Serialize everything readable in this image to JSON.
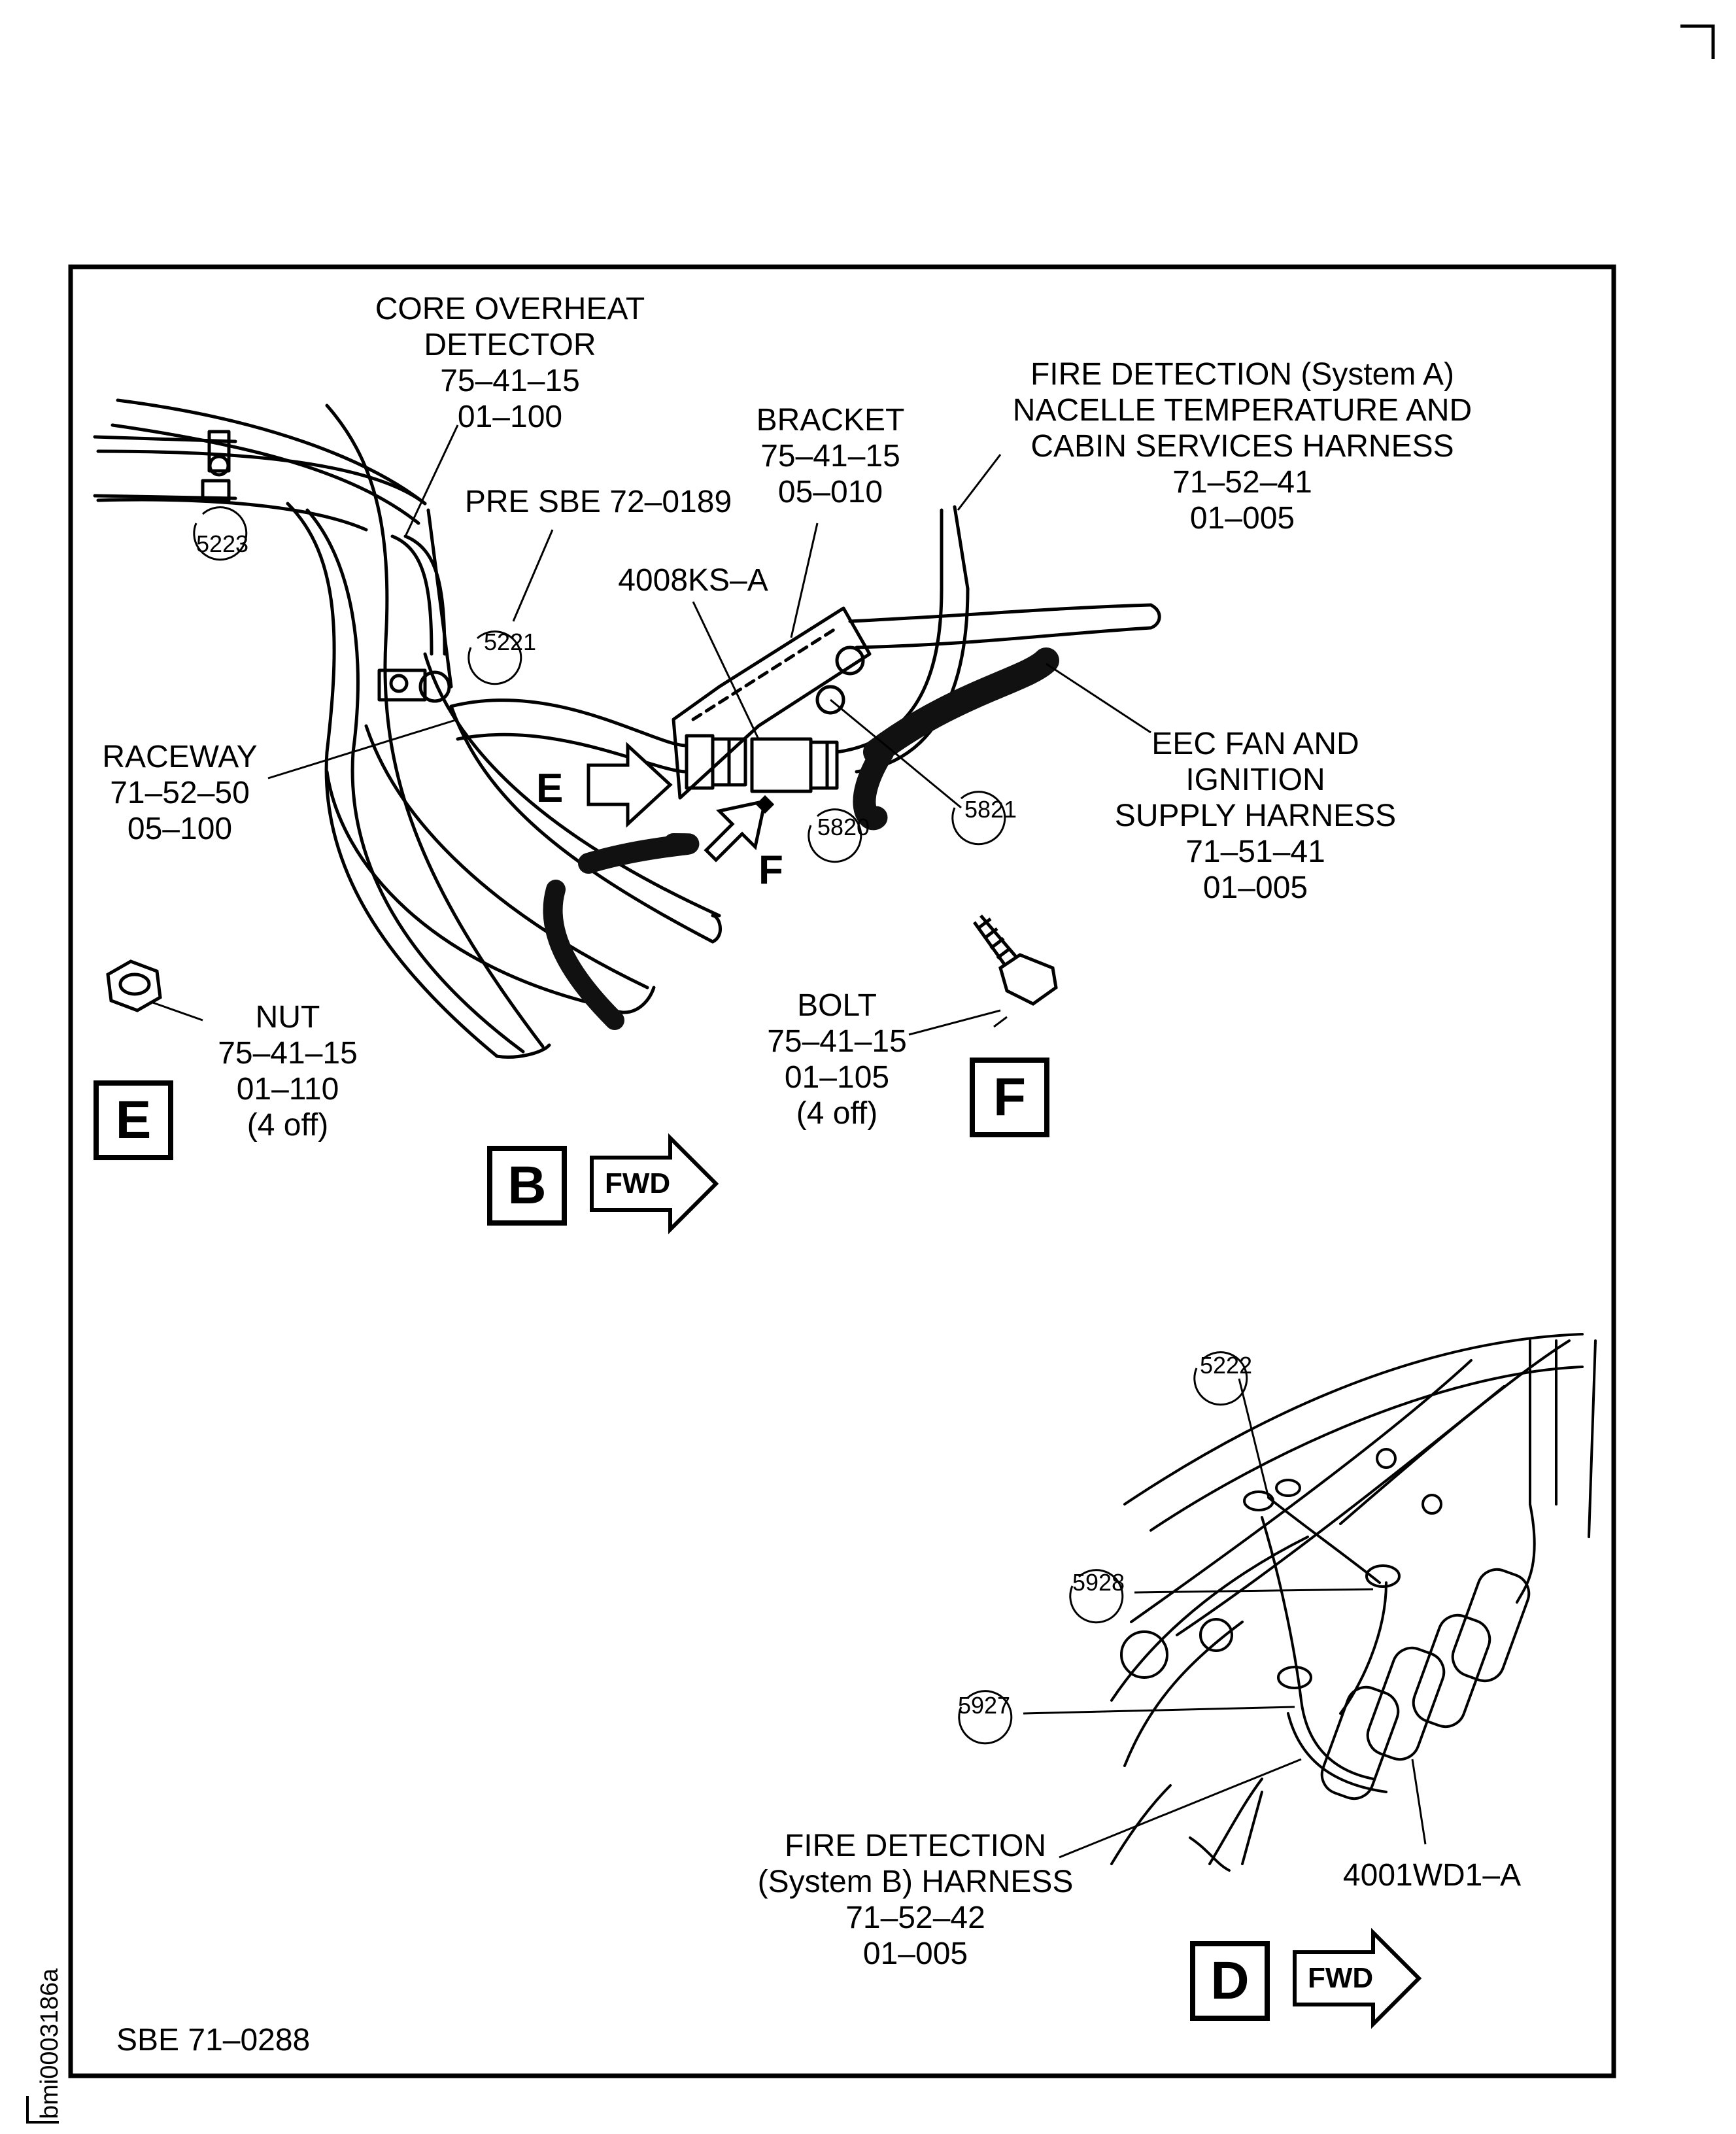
{
  "labels": {
    "core_overheat": [
      "CORE OVERHEAT",
      "DETECTOR",
      "75–41–15",
      "01–100"
    ],
    "bracket": [
      "BRACKET",
      "75–41–15",
      "05–010"
    ],
    "fire_detection_a": [
      "FIRE DETECTION (System A)",
      "NACELLE TEMPERATURE AND",
      "CABIN SERVICES HARNESS",
      "71–52–41",
      "01–005"
    ],
    "pre_sbe": "PRE SBE 72–0189",
    "conn_4008": "4008KS–A",
    "raceway": [
      "RACEWAY",
      "71–52–50",
      "05–100"
    ],
    "eec_fan": [
      "EEC FAN AND",
      "IGNITION",
      "SUPPLY HARNESS",
      "71–51–41",
      "01–005"
    ],
    "nut": [
      "NUT",
      "75–41–15",
      "01–110",
      "(4 off)"
    ],
    "bolt": [
      "BOLT",
      "75–41–15",
      "01–105",
      "(4 off)"
    ],
    "fire_detection_b": [
      "FIRE DETECTION",
      "(System B) HARNESS",
      "71–52–42",
      "01–005"
    ],
    "conn_4001": "4001WD1–A",
    "sbe_ref": "SBE 71–0288",
    "figure_id": "bmi0003186a"
  },
  "callouts": {
    "c5223": "5223",
    "c5221": "5221",
    "c5820": "5820",
    "c5821": "5821",
    "c5222": "5222",
    "c5928": "5928",
    "c5927": "5927"
  },
  "views": {
    "arrow_e": "E",
    "arrow_f": "F",
    "box_e": "E",
    "box_f": "F",
    "box_b": "B",
    "box_d": "D",
    "fwd_b": "FWD",
    "fwd_d": "FWD"
  }
}
